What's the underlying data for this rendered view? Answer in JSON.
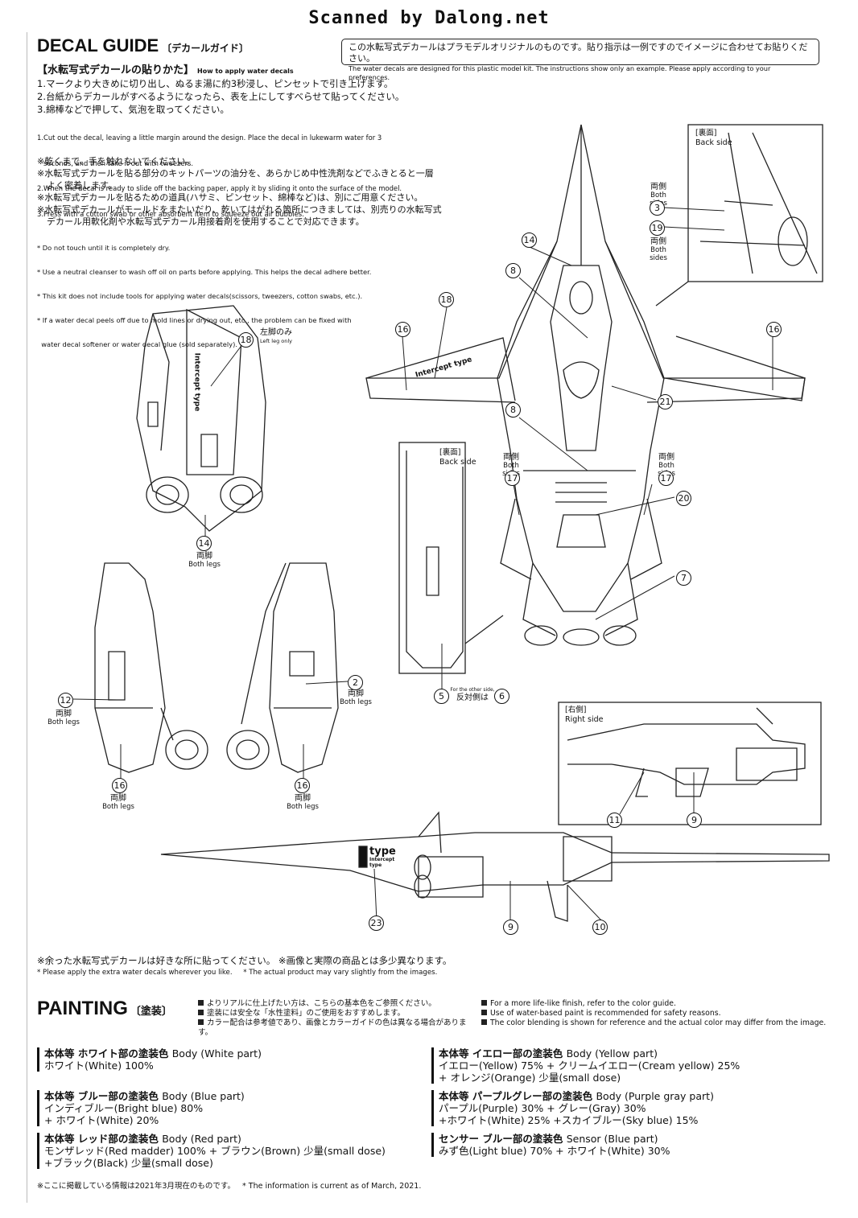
{
  "watermark": "Scanned by Dalong.net",
  "decal": {
    "title": "DECAL GUIDE",
    "title_jp": "〔デカールガイド〕",
    "note_jp": "この水転写式デカールはプラモデルオリジナルのものです。貼り指示は一例ですのでイメージに合わせてお貼りください。",
    "note_en": "The water decals are designed for this plastic model kit. The instructions show only an example. Please apply according to your preferences.",
    "howto_jp": "【水転写式デカールの貼りかた】",
    "howto_en": "How to apply water decals",
    "steps_jp": [
      "1.マークより大きめに切り出し、ぬるま湯に約3秒浸し、ピンセットで引き上げます。",
      "2.台紙からデカールがすべるようになったら、表を上にしてすべらせて貼ってください。",
      "3.綿棒などで押して、気泡を取ってください。"
    ],
    "steps_en": [
      "1.Cut out the decal, leaving a little margin around the design. Place the decal in lukewarm water for 3",
      "   seconds, and then take it out with tweezers.",
      "2.When the decal is ready to slide off the backing paper, apply it by sliding it onto the surface of the model.",
      "3.Press with a cotton swab or other absorbent item to squeeze out air bubbles."
    ],
    "notes_jp": [
      "※乾くまで、手を触れないでください。",
      "※水転写式デカールを貼る部分のキットパーツの油分を、あらかじめ中性洗剤などでふきとると一層",
      "よく密着します。",
      "※水転写式デカールを貼るための道具(ハサミ、ピンセット、綿棒など)は、別にご用意ください。",
      "※水転写式デカールがモールドをまたいだり、乾いてはがれる箇所につきましては、別売りの水転写式",
      "デカール用軟化剤や水転写式デカール用接着剤を使用することで対応できます。"
    ],
    "notes_en": [
      "* Do not touch until it is completely dry.",
      "* Use a neutral cleanser to wash off oil on parts before applying. This helps the decal adhere better.",
      "* This kit does not include tools for applying water decals(scissors, tweezers, cotton swabs, etc.).",
      "* If a water decal peels off due to mold lines or drying out, etc., the problem can be fixed with",
      "  water decal softener or water decal glue (sold separately)."
    ]
  },
  "labels": {
    "back_side_jp": "[裏面]",
    "back_side_en": "Back side",
    "both_sides_jp": "両側",
    "both_sides_en": "Both sides",
    "left_leg_jp": "左脚のみ",
    "left_leg_en": "Left leg only",
    "both_legs_jp": "両脚",
    "both_legs_en": "Both legs",
    "other_side_en": "For the other side,",
    "other_side_jp": "反対側は",
    "right_side_jp": "[右側]",
    "right_side_en": "Right side",
    "intercept": "Intercept type",
    "type_big": "type",
    "intercept_small": "Intercept type"
  },
  "numbers": {
    "n2": "2",
    "n3": "3",
    "n5": "5",
    "n6": "6",
    "n7": "7",
    "n8": "8",
    "n9": "9",
    "n10": "10",
    "n11": "11",
    "n12": "12",
    "n14": "14",
    "n16": "16",
    "n17": "17",
    "n18": "18",
    "n19": "19",
    "n20": "20",
    "n21": "21",
    "n23": "23"
  },
  "extra": {
    "jp": "※余った水転写式デカールは好きな所に貼ってください。 ※画像と実際の商品とは多少異なります。",
    "en": "* Please apply the extra water decals wherever you like.     * The actual product may vary slightly from the images."
  },
  "painting": {
    "title": "PAINTING",
    "title_jp": "〔塗装〕",
    "notes_jp": [
      "よりリアルに仕上げたい方は、こちらの基本色をご参照ください。",
      "塗装には安全な「水性塗料」のご使用をおすすめします。",
      "カラー配合は参考値であり、画像とカラーガイドの色は異なる場合があります。"
    ],
    "notes_en": [
      "For a more life-like finish, refer to the color guide.",
      "Use of water-based paint is recommended for safety reasons.",
      "The color blending is shown for reference and the actual color may differ from the image."
    ],
    "colors": [
      {
        "title_jp": "本体等 ホワイト部の塗装色",
        "title_en": "Body (White part)",
        "lines": [
          "ホワイト(White) 100%"
        ]
      },
      {
        "title_jp": "本体等 ブルー部の塗装色",
        "title_en": "Body (Blue part)",
        "lines": [
          "インディブルー(Bright blue) 80%",
          "+ ホワイト(White) 20%"
        ]
      },
      {
        "title_jp": "本体等 レッド部の塗装色",
        "title_en": "Body (Red part)",
        "lines": [
          "モンザレッド(Red madder) 100% + ブラウン(Brown) 少量(small dose)",
          "+ブラック(Black) 少量(small dose)"
        ]
      },
      {
        "title_jp": "本体等 イエロー部の塗装色",
        "title_en": "Body (Yellow part)",
        "lines": [
          "イエロー(Yellow) 75% + クリームイエロー(Cream yellow) 25%",
          "+ オレンジ(Orange) 少量(small dose)"
        ]
      },
      {
        "title_jp": "本体等 パープルグレー部の塗装色",
        "title_en": "Body (Purple gray part)",
        "lines": [
          "パープル(Purple) 30% + グレー(Gray) 30%",
          "+ホワイト(White) 25% +スカイブルー(Sky blue) 15%"
        ]
      },
      {
        "title_jp": "センサー ブルー部の塗装色",
        "title_en": "Sensor (Blue part)",
        "lines": [
          "みず色(Light blue) 70% + ホワイト(White) 30%"
        ]
      }
    ]
  },
  "footer": "※ここに掲載している情報は2021年3月現在のものです。   * The information is current as of March, 2021."
}
